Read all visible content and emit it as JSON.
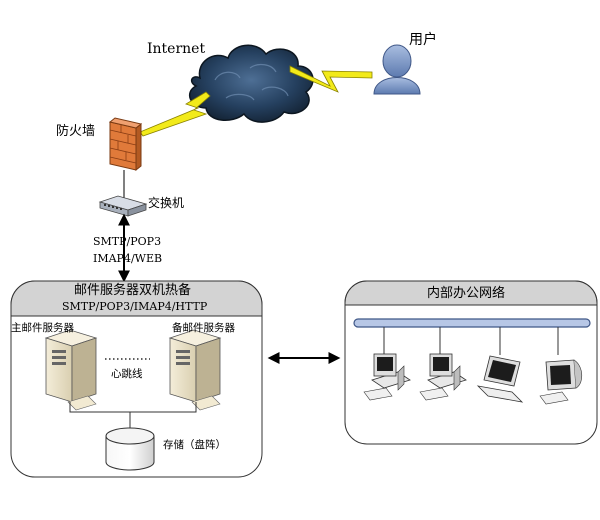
{
  "internet_label": "Internet",
  "user_label": "用户",
  "firewall_label": "防火墙",
  "switch_label": "交换机",
  "protocols_line1": "SMTP/POP3",
  "protocols_line2": "IMAP4/WEB",
  "mail_cluster": {
    "title": "邮件服务器双机热备",
    "subtitle": "SMTP/POP3/IMAP4/HTTP",
    "primary_label": "主邮件服务器",
    "backup_label": "备邮件服务器",
    "heartbeat_label": "心跳线",
    "storage_label": "存储（盘阵）"
  },
  "office_network": {
    "title": "内部办公网络"
  },
  "colors": {
    "cloud": "#1f3550",
    "lightning": "#f2ea1a",
    "firewall": "#e07a3a",
    "user_figure": "#7f98c6",
    "backbone": "#b7c7e6"
  }
}
